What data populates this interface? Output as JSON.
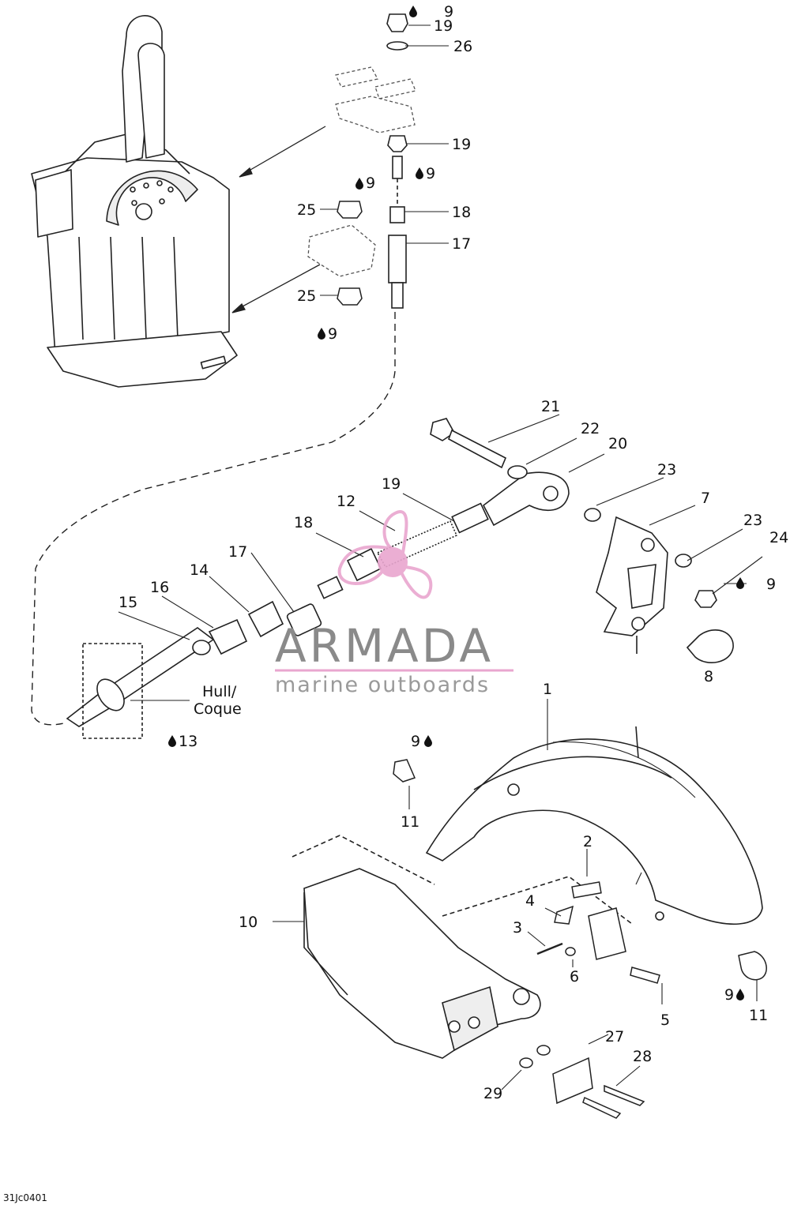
{
  "callouts": {
    "c1": "1",
    "c2": "2",
    "c3": "3",
    "c4": "4",
    "c5": "5",
    "c6": "6",
    "c7": "7",
    "c8": "8",
    "c9a": "9",
    "c9b": "9",
    "c9c": "9",
    "c9d": "9",
    "c9e": "9",
    "c9f": "9",
    "c9g": "9",
    "c10": "10",
    "c11a": "11",
    "c11b": "11",
    "c12": "12",
    "c13": "13",
    "c14": "14",
    "c15": "15",
    "c16": "16",
    "c17a": "17",
    "c17b": "17",
    "c18a": "18",
    "c18b": "18",
    "c19a": "19",
    "c19b": "19",
    "c19c": "19",
    "c20": "20",
    "c21": "21",
    "c22": "22",
    "c23a": "23",
    "c23b": "23",
    "c24": "24",
    "c25a": "25",
    "c25b": "25",
    "c26": "26",
    "c27": "27",
    "c28": "28",
    "c29": "29"
  },
  "hull_label_1": "Hull/",
  "hull_label_2": "Coque",
  "watermark": {
    "brand": "ARMADA",
    "tagline": "marine outboards",
    "accent": "#e9a6cf"
  },
  "drawing_ref": "31Jc0401",
  "icons": {
    "lubricant": "oil-drop-icon"
  }
}
